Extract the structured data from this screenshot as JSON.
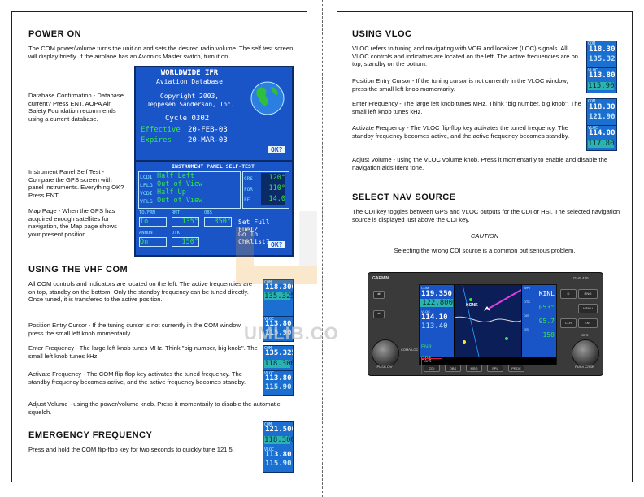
{
  "left": {
    "power_on": {
      "heading": "POWER ON",
      "intro": "The COM power/volume turns the unit on and sets the desired radio volume. The self test screen will display briefly. If the airplane has an Avionics Master switch, turn it on.",
      "db_confirm": "Database Confirmation - Database current? Press ENT. AOPA Air Safety Foundation recommends using a current database.",
      "self_test": "Instrument Panel Self Test - Compare the GPS screen with panel instruments. Everything OK? Press ENT.",
      "map_page": "Map Page - When the GPS has acquired enough satellites for navigation, the Map page shows your present position."
    },
    "db_screen": {
      "line1": "WORLDWIDE IFR",
      "line2": "Aviation Database",
      "line3": "Copyright 2003,",
      "line4": "Jeppesen Sanderson, Inc.",
      "cycle": "Cycle 0302",
      "effective_label": "Effective",
      "effective_date": "20-FEB-03",
      "expires_label": "Expires",
      "expires_date": "20-MAR-03",
      "ok": "OK?"
    },
    "selftest_screen": {
      "title": "INSTRUMENT PANEL SELF-TEST",
      "lcdi": "LCDI",
      "lflg": "LFLG",
      "vcdi": "VCDI",
      "vflg": "VFLG",
      "v1": "Half Left",
      "v2": "Out of View",
      "v3": "Half Up",
      "v4": "Out of View",
      "crs": "CRS",
      "crs_val": "120°",
      "obs": "FOR",
      "obs_val": "110°",
      "ff": "FF",
      "ff_val": "14.0",
      "to_frm": "TO/FRM",
      "rmt": "RMT",
      "obs2": "OBS",
      "to": "To",
      "rmt_val": "135°",
      "obs_val2": "350°",
      "set_fuel": "Set Full Fuel?",
      "annun": "ANNUN",
      "dtk": "DTK",
      "on": "On",
      "dtk_val": "150°",
      "go_chk": "Go To Chklist?",
      "ok": "OK?"
    },
    "vhf_com": {
      "heading": "USING THE VHF COM",
      "intro": "All COM controls and indicators are located on the left. The active frequencies are on top, standby on the bottom. Only the standby frequency can be tuned directly. Once tuned, it is transfered to the active position.",
      "cursor": "Position Entry Cursor - If the tuning cursor is not currently in the COM window, press the small left knob momentarily.",
      "enter_freq": "Enter Frequency - The large left knob tunes MHz. Think \"big number, big knob\". The small left knob tunes kHz.",
      "activate": "Activate Frequency - The COM flip-flop key activates the tuned frequency. The standby frequency becomes active, and the active frequency becomes standby.",
      "adjust": "Adjust Volume - using the power/volume knob. Press it momentarily to disable the automatic squelch."
    },
    "emergency": {
      "heading": "EMERGENCY FREQUENCY",
      "text": "Press and hold the COM flip-flop key for two seconds to quickly tune 121.5."
    },
    "radios": [
      {
        "com_label": "COM",
        "com_act": "118.300",
        "com_stby": "135.325",
        "vloc_label": "VLOC",
        "vloc_act": "113.80",
        "vloc_stby": "115.90"
      },
      {
        "com_label": "COM",
        "com_act": "135.325",
        "com_stby": "118.300",
        "vloc_label": "VLOC",
        "vloc_act": "113.80",
        "vloc_stby": "115.90"
      },
      {
        "com_label": "COM",
        "com_act": "121.500",
        "com_stby": "118.300",
        "vloc_label": "VLOC",
        "vloc_act": "113.80",
        "vloc_stby": "115.90"
      }
    ]
  },
  "right": {
    "vloc": {
      "heading": "USING VLOC",
      "intro": "VLOC refers to tuning and navigating with VOR and localizer (LOC) signals. All VLOC controls and indicators are located on the left. The active frequencies are on top, standby on the bottom.",
      "cursor": "Position Entry Cursor - If the tuning cursor is not currently in the VLOC window, press the small left knob momentarily.",
      "enter_freq": "Enter Frequency - The large left knob tunes MHz. Think \"big number, big knob\". The small left knob tunes kHz.",
      "activate": "Activate Frequency - The VLOC flip-flop key activates the tuned frequency. The standby frequency becomes active, and the active frequency becomes standby.",
      "adjust": "Adjust Volume - using the VLOC volume knob. Press it momentarily to enable and disable the navigation aids ident tone."
    },
    "radios": [
      {
        "com_label": "COM",
        "com_act": "118.300",
        "com_stby": "135.325",
        "vloc_label": "VLOC",
        "vloc_act": "113.80",
        "vloc_stby": "115.90"
      },
      {
        "com_label": "COM",
        "com_act": "118.300",
        "com_stby": "121.900",
        "vloc_label": "VLOC",
        "vloc_act": "114.00",
        "vloc_stby": "117.80"
      }
    ],
    "nav_source": {
      "heading": "SELECT NAV SOURCE",
      "text": "The CDI key toggles between GPS and VLOC outputs for the CDI or HSI. The selected navigation source is displayed just above the CDI key.",
      "caution_label": "CAUTION",
      "caution_text": "Selecting the wrong CDI source is a common but serious problem."
    },
    "unit": {
      "brand": "GARMIN",
      "model": "GNS 430",
      "com_label": "COM",
      "com_act": "119.350",
      "com_stby": "122.800",
      "vloc_label": "VLOC",
      "vloc_act": "114.10",
      "vloc_stby": "113.40",
      "enr": "ENR",
      "gps": "GPS",
      "wpt_label": "WPT",
      "wpt": "KINL",
      "dtk_label": "DTK",
      "dtk": "053°",
      "dis_label": "DIS",
      "dis": "95.7",
      "gs_label": "GS",
      "gs": "150",
      "map_wpt": "KONK",
      "nav_src": "GPS",
      "soft": [
        "CDI",
        "OBS",
        "MSG",
        "FPL",
        "PROC"
      ],
      "keys": [
        "RNG",
        "MENU",
        "CLR",
        "ENT"
      ],
      "direct": "D",
      "com_vloc": "COM/VLOC",
      "push_cv": "PUSH C/V",
      "push_crsr": "PUSH CRSR",
      "gps_knob": "GPS"
    }
  },
  "watermark": "UMLIB.CO"
}
